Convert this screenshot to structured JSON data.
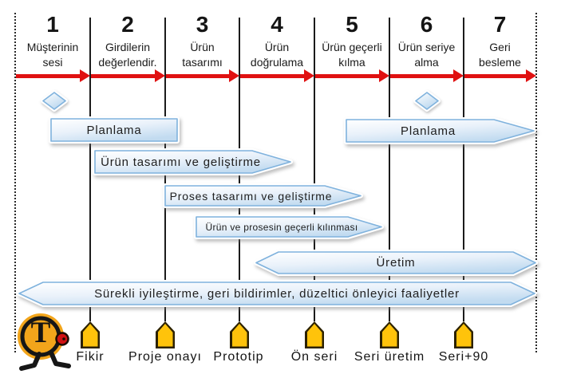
{
  "phases": [
    {
      "number": "1",
      "name_line1": "Müşterinin",
      "name_line2": "sesi"
    },
    {
      "number": "2",
      "name_line1": "Girdilerin",
      "name_line2": "değerlendir."
    },
    {
      "number": "3",
      "name_line1": "Ürün",
      "name_line2": "tasarımı"
    },
    {
      "number": "4",
      "name_line1": "Ürün",
      "name_line2": "doğrulama"
    },
    {
      "number": "5",
      "name_line1": "Ürün geçerli",
      "name_line2": "kılma"
    },
    {
      "number": "6",
      "name_line1": "Ürün seriye",
      "name_line2": "alma"
    },
    {
      "number": "7",
      "name_line1": "Geri",
      "name_line2": "besleme"
    }
  ],
  "banners": [
    {
      "label": "Planlama"
    },
    {
      "label": "Ürün tasarımı ve geliştirme"
    },
    {
      "label": "Proses tasarımı ve geliştirme"
    },
    {
      "label": "Ürün ve prosesin geçerli kılınması"
    },
    {
      "label": "Planlama"
    },
    {
      "label": "Üretim"
    },
    {
      "label": "Sürekli iyileştirme, geri bildirimler, düzeltici önleyici faaliyetler"
    }
  ],
  "milestones": [
    {
      "label": "Fikir"
    },
    {
      "label": "Proje onayı"
    },
    {
      "label": "Prototip"
    },
    {
      "label": "Ön seri"
    },
    {
      "label": "Seri üretim"
    },
    {
      "label": "Seri+90"
    }
  ],
  "logo": {
    "letter": "T"
  },
  "colors": {
    "timeline_red": "#e01111",
    "banner_border": "#7fb2dd",
    "banner_fill": "#c2dbf0",
    "marker_yellow": "#ffc30b",
    "logo_orange": "#f2a51b",
    "line_black": "#1b1b1b"
  }
}
